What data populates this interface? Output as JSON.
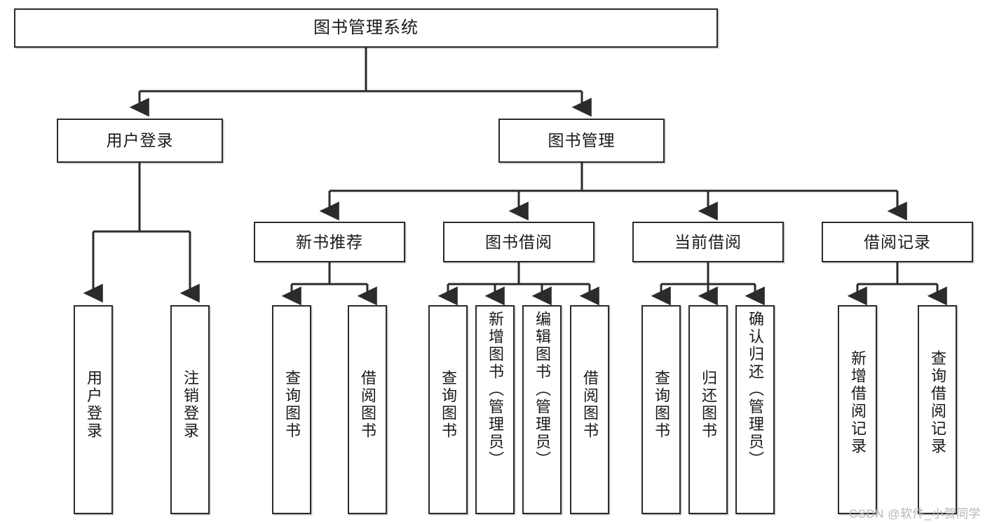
{
  "diagram": {
    "title": "图书管理系统",
    "type": "hierarchy-tree",
    "levels": 4
  },
  "root": {
    "label": "图书管理系统"
  },
  "level2": [
    {
      "label": "用户登录"
    },
    {
      "label": "图书管理"
    }
  ],
  "level3": [
    {
      "label": "新书推荐"
    },
    {
      "label": "图书借阅"
    },
    {
      "label": "当前借阅"
    },
    {
      "label": "借阅记录"
    }
  ],
  "leaves": {
    "user_login": [
      {
        "label": "用户登录"
      },
      {
        "label": "注销登录"
      }
    ],
    "new_book_recommend": [
      {
        "label": "查询图书"
      },
      {
        "label": "借阅图书"
      }
    ],
    "book_borrow": [
      {
        "label": "查询图书"
      },
      {
        "label": "新增图书（管理员）"
      },
      {
        "label": "编辑图书（管理员）"
      },
      {
        "label": "借阅图书"
      }
    ],
    "current_borrow": [
      {
        "label": "查询图书"
      },
      {
        "label": "归还图书"
      },
      {
        "label": "确认归还（管理员）"
      }
    ],
    "borrow_record": [
      {
        "label": "新增借阅记录"
      },
      {
        "label": "查询借阅记录"
      }
    ]
  },
  "watermark": {
    "text": "CSDN @软件_小贺同学"
  },
  "colors": {
    "stroke": "#2b2b2b",
    "fill": "#ffffff",
    "text": "#1a1a1a",
    "watermark": "#b6b6b6"
  }
}
